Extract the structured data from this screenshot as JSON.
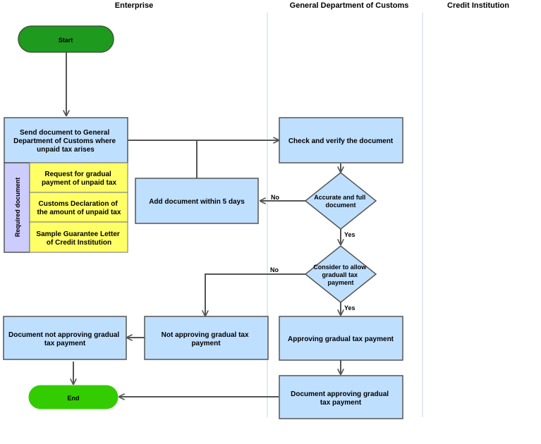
{
  "lanes": {
    "enterprise": "Enterprise",
    "customs": "General Department of Customs",
    "credit": "Credit Institution"
  },
  "nodes": {
    "start": "Start",
    "send_doc": [
      "Send document to General",
      "Department of Customs where",
      "unpaid tax arises"
    ],
    "required_doc": "Required document",
    "req1": [
      "Request for gradual",
      "payment of unpaid tax"
    ],
    "req2": [
      "Customs Declaration of",
      "the amount of unpaid tax"
    ],
    "req3": [
      "Sample Guarantee Letter",
      "of Credit Institution"
    ],
    "check": "Check and verify the document",
    "accurate": [
      "Accurate and full",
      "document"
    ],
    "add_doc": "Add document within 5 days",
    "consider": [
      "Consider to allow",
      "graduall tax",
      "payment"
    ],
    "approving": "Approving gradual tax payment",
    "not_approving": [
      "Not approving gradual tax",
      "payment"
    ],
    "doc_not_approving": [
      "Document not approving gradual",
      "tax payment"
    ],
    "doc_approving": [
      "Document approving gradual",
      "tax payment"
    ],
    "end": "End"
  },
  "edges": {
    "no1": "No",
    "yes1": "Yes",
    "no2": "No",
    "yes2": "Yes"
  },
  "colors": {
    "process": "#bfdfff",
    "start": "#1e9a1e",
    "end": "#33cc00",
    "required": "#ffff66",
    "required_tab": "#ccccff"
  }
}
